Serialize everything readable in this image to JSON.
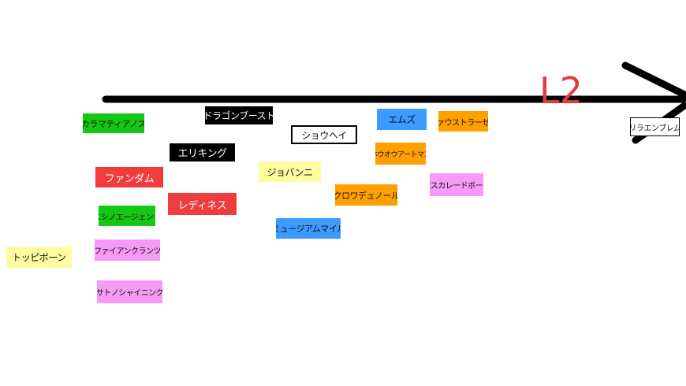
{
  "diagram": {
    "axis_label": "L2",
    "arrow_color": "#000000",
    "axis_label_color": "#e23b3b",
    "colors": {
      "green": "#14c814",
      "red": "#f03c3c",
      "black": "#000000",
      "yellow": "#fffba0",
      "pink": "#f59af5",
      "blue": "#3c9bff",
      "orange": "#ffa000",
      "outline": "#ffffff"
    },
    "labels": {
      "karamatianos": {
        "text": "カラマティアノス",
        "color": "green"
      },
      "dragon_boost": {
        "text": "ドラゴンブースト",
        "color": "black"
      },
      "shohei": {
        "text": "ショウヘイ",
        "color": "outline"
      },
      "emuzu": {
        "text": "エムズ",
        "color": "blue"
      },
      "faust_rasen": {
        "text": "ファウストラーゼン",
        "color": "orange"
      },
      "lilaean_plum": {
        "text": "リラエンブレム",
        "color": "outline"
      },
      "eriking": {
        "text": "エリキング",
        "color": "black"
      },
      "hoou_artman": {
        "text": "ホウオウアートマン",
        "color": "orange"
      },
      "giovanni": {
        "text": "ジョバンニ",
        "color": "yellow"
      },
      "fandam": {
        "text": "ファンダム",
        "color": "red"
      },
      "masquerade_ball": {
        "text": "マスカレードボール",
        "color": "pink"
      },
      "croix_du_nord": {
        "text": "クロワデュノール",
        "color": "orange"
      },
      "redeenes": {
        "text": "レディネス",
        "color": "red"
      },
      "nishino_agent": {
        "text": "ニシノエージェント",
        "color": "green"
      },
      "museum_mile": {
        "text": "ミュージアムマイル",
        "color": "blue"
      },
      "fire_anklanz": {
        "text": "ファイアンクランツ",
        "color": "pink"
      },
      "toppy_bone": {
        "text": "トッピボーン",
        "color": "yellow"
      },
      "satono_shining": {
        "text": "サトノシャイニング",
        "color": "pink"
      }
    }
  }
}
